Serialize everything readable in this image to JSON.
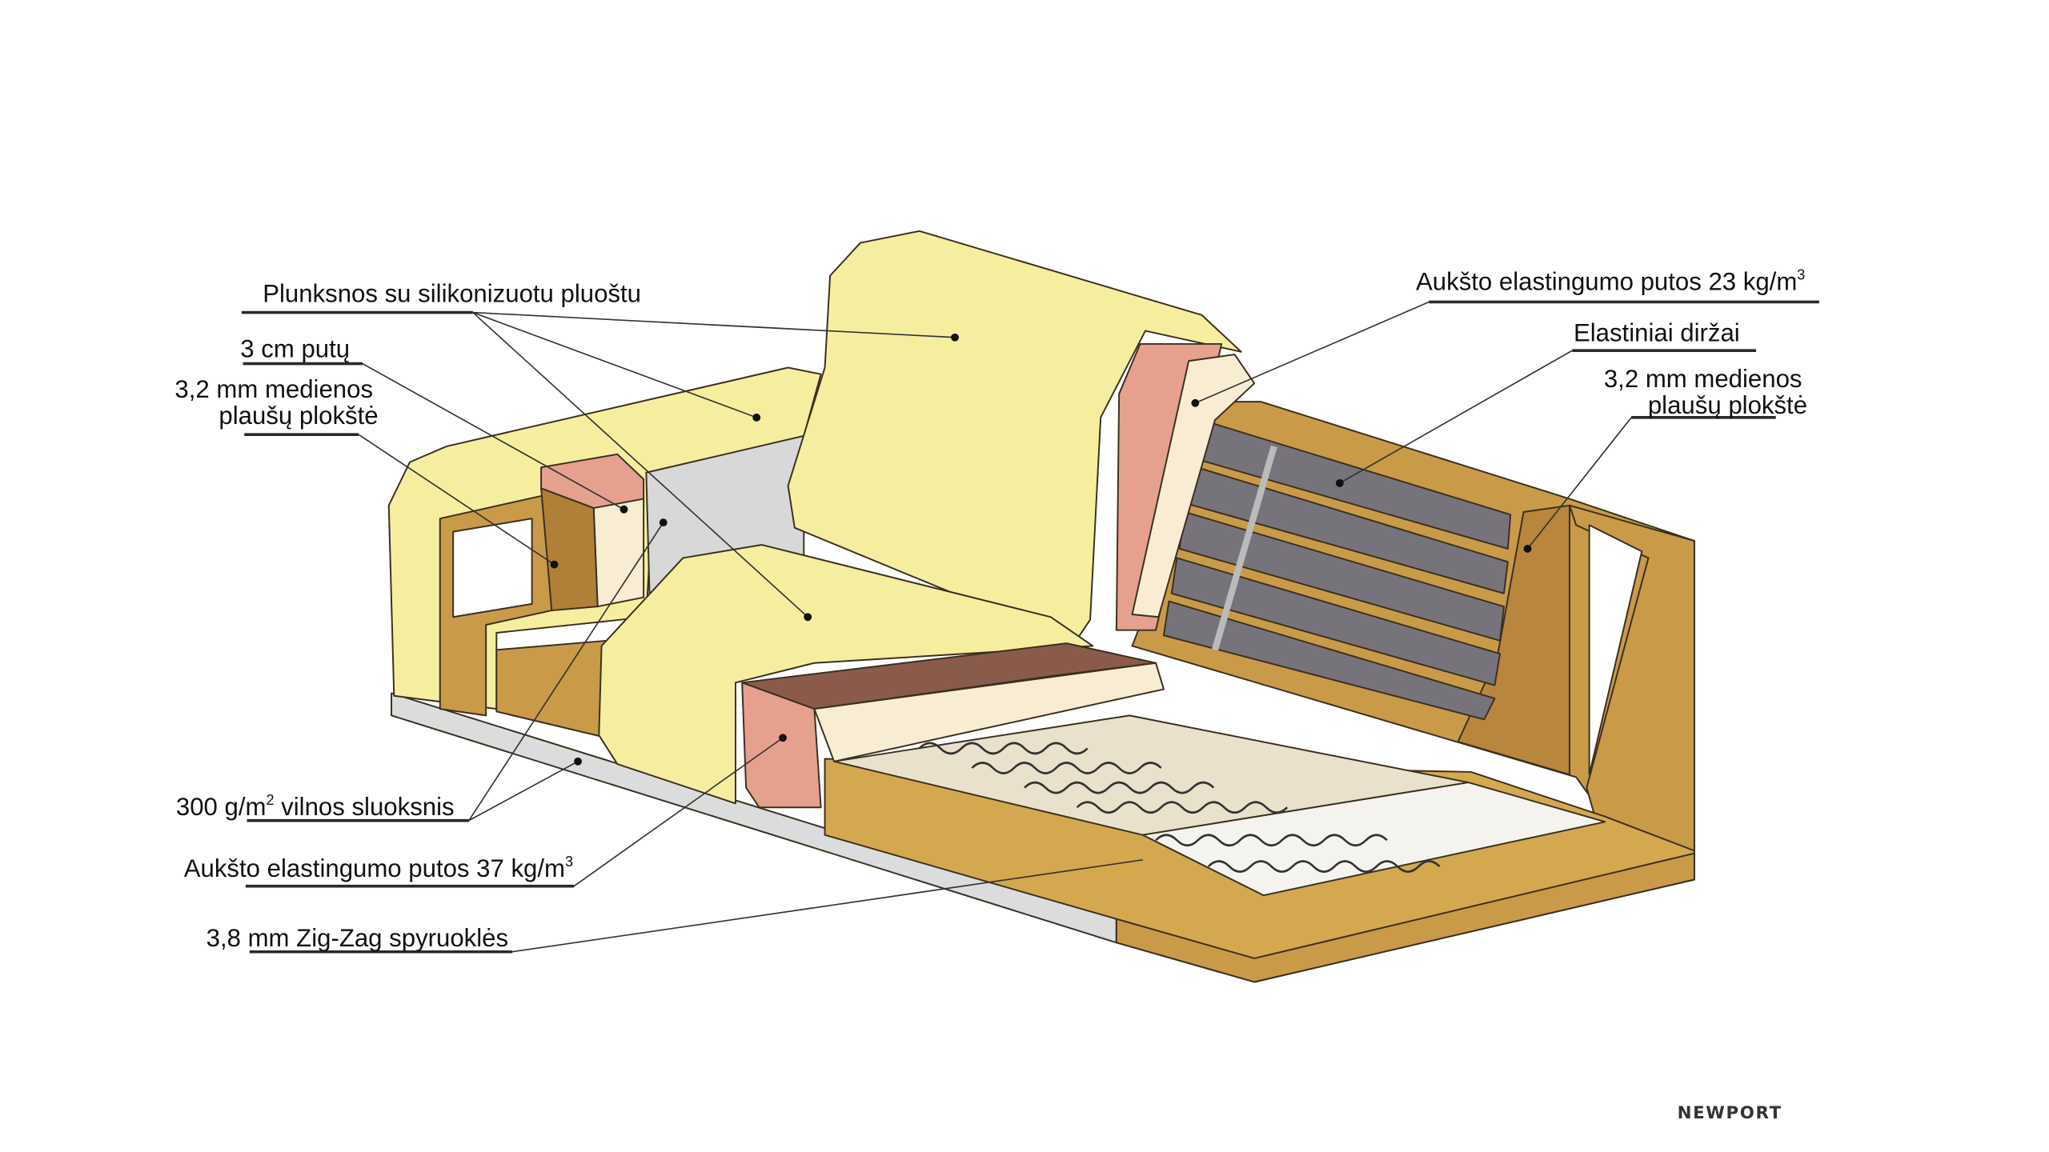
{
  "labels": {
    "feathers": "Plunksnos su silikonizuotu pluoštu",
    "foam_3cm": "3 cm putų",
    "fiberboard_left_line1": "3,2 mm medienos",
    "fiberboard_left_line2": "plaušų plokštė",
    "foam_23": "Aukšto elastingumo putos 23 kg/m",
    "foam_23_sup": "3",
    "elastic_belts": "Elastiniai diržai",
    "fiberboard_right_line1": "3,2 mm medienos",
    "fiberboard_right_line2": "plaušų plokštė",
    "wool_layer": "300 g/m",
    "wool_layer_sup": "2",
    "wool_layer_rest": " vilnos sluoksnis",
    "foam_37": "Aukšto elastingumo putos 37 kg/m",
    "foam_37_sup": "3",
    "springs": "3,8 mm Zig-Zag spyruoklės"
  },
  "brand": "NEWPORT",
  "colors": {
    "cushion_yellow": "#f6ee9f",
    "foam_pink": "#e6a08e",
    "foam_cream": "#f8ecd2",
    "wood": "#c99a48",
    "slat_grey": "#77737a",
    "floor_grey": "#dcdcdc"
  }
}
